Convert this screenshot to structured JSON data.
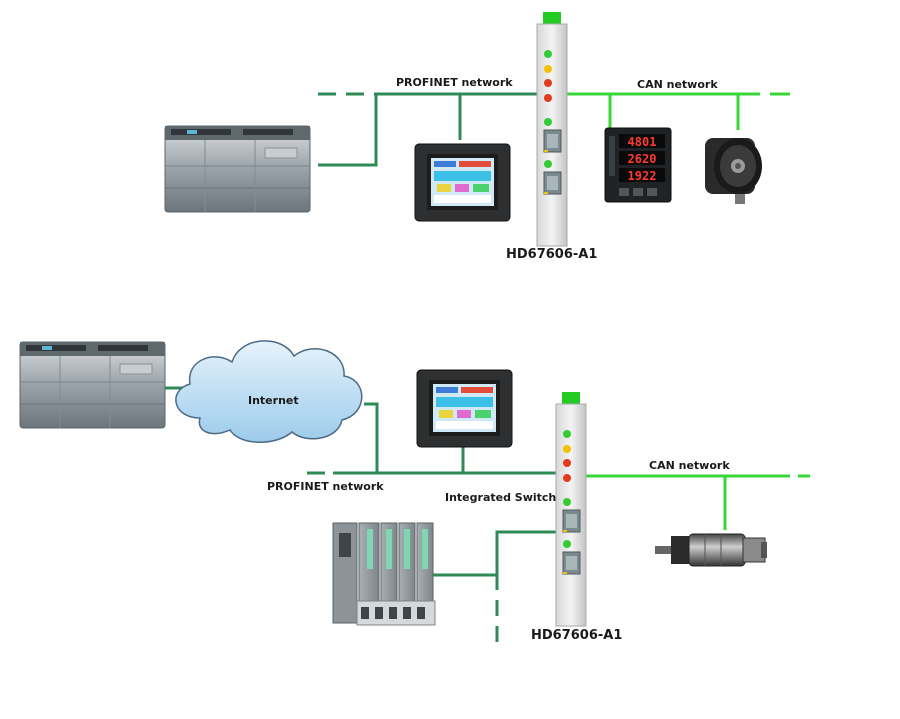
{
  "top": {
    "profinet_label": "PROFINET network",
    "can_label": "CAN network",
    "gateway_label": "HD67606-A1",
    "meter_readings": [
      "4801",
      "2620",
      "1922"
    ]
  },
  "bottom": {
    "internet_label": "Internet",
    "profinet_label": "PROFINET network",
    "switch_label": "Integrated Switch",
    "can_label": "CAN network",
    "gateway_label": "HD67606-A1"
  },
  "colors": {
    "profinet_line": "#2e8b57",
    "can_line": "#39d639",
    "gateway_top": "#22cc22",
    "led_green": "#33cc33",
    "led_yellow": "#f2c200",
    "led_red": "#e23b1c",
    "cloud_fill": "#bfe0f5"
  },
  "icons": [
    "plc-icon",
    "hmi-panel-icon",
    "gateway-icon",
    "power-meter-icon",
    "encoder-icon",
    "cloud-icon",
    "io-module-icon",
    "motor-icon"
  ]
}
